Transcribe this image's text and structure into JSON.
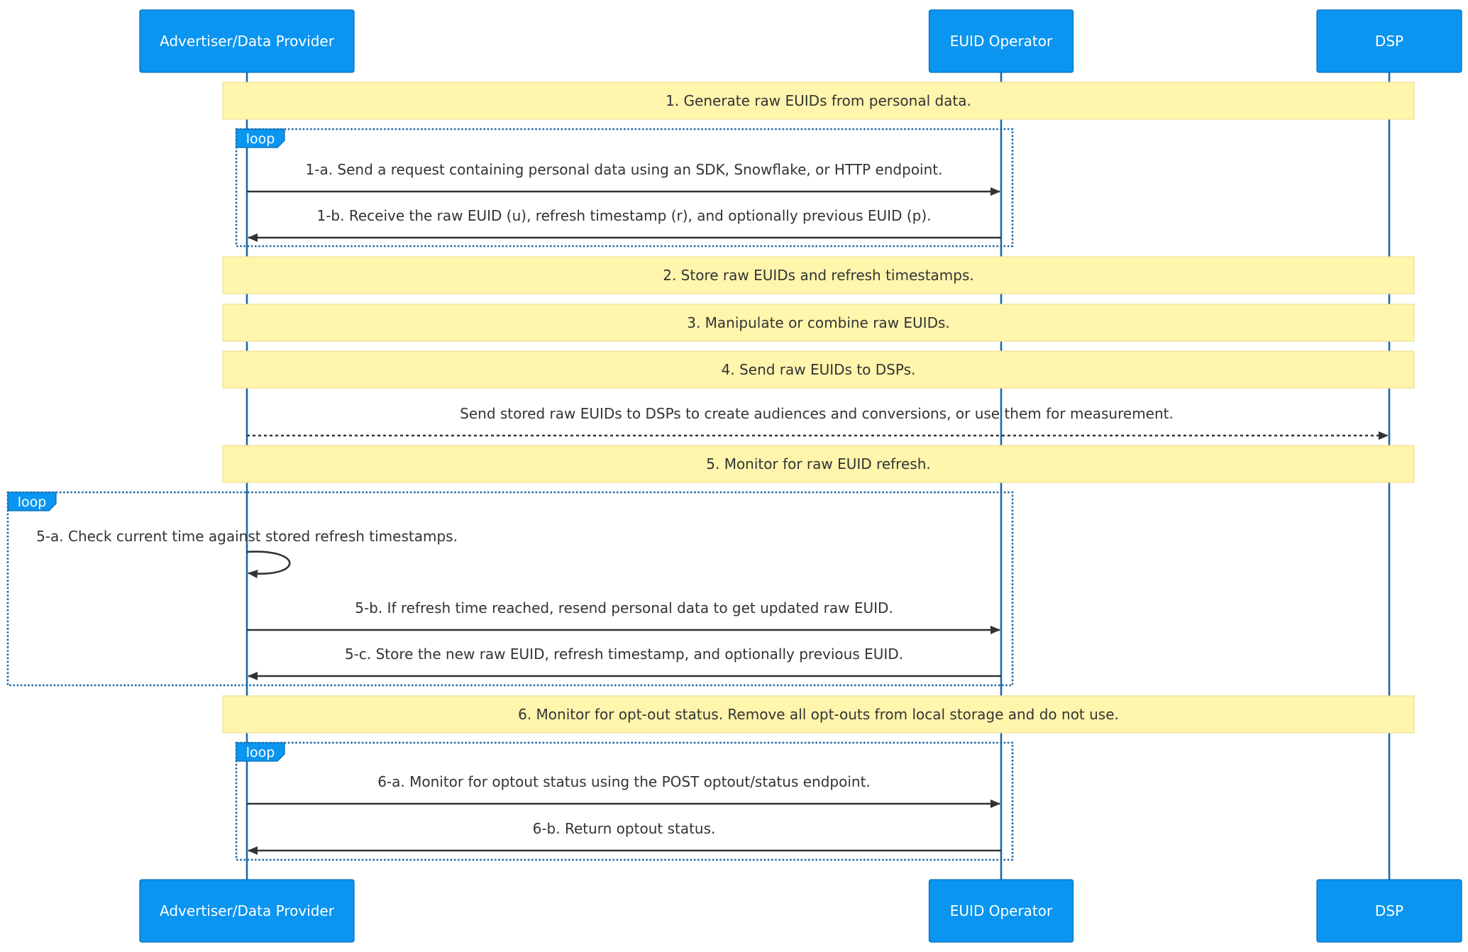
{
  "participants": [
    {
      "id": "adv",
      "label": "Advertiser/Data Provider"
    },
    {
      "id": "op",
      "label": "EUID Operator"
    },
    {
      "id": "dsp",
      "label": "DSP"
    }
  ],
  "loop_label": "loop",
  "steps": [
    {
      "kind": "note",
      "text": "1. Generate raw EUIDs from personal data."
    },
    {
      "kind": "message",
      "from": "adv",
      "to": "op",
      "line": "solid",
      "text": "1-a. Send a request containing personal data using an SDK, Snowflake, or HTTP endpoint."
    },
    {
      "kind": "message",
      "from": "op",
      "to": "adv",
      "line": "solid",
      "text": "1-b. Receive the raw EUID (u), refresh timestamp (r), and optionally previous EUID (p)."
    },
    {
      "kind": "note",
      "text": "2. Store raw EUIDs and refresh timestamps."
    },
    {
      "kind": "note",
      "text": "3. Manipulate or combine raw EUIDs."
    },
    {
      "kind": "note",
      "text": "4. Send raw EUIDs to DSPs."
    },
    {
      "kind": "message",
      "from": "adv",
      "to": "dsp",
      "line": "dotted",
      "text": "Send stored raw EUIDs to DSPs to create audiences and conversions, or use them for measurement."
    },
    {
      "kind": "note",
      "text": "5. Monitor for raw EUID refresh."
    },
    {
      "kind": "self",
      "from": "adv",
      "text": "5-a. Check current time against stored refresh timestamps."
    },
    {
      "kind": "message",
      "from": "adv",
      "to": "op",
      "line": "solid",
      "text": "5-b. If refresh time reached, resend personal data to get updated raw EUID."
    },
    {
      "kind": "message",
      "from": "op",
      "to": "adv",
      "line": "solid",
      "text": "5-c. Store the new raw EUID, refresh timestamp, and optionally previous EUID."
    },
    {
      "kind": "note",
      "text": "6. Monitor for opt-out status. Remove all opt-outs from local storage and do not use."
    },
    {
      "kind": "message",
      "from": "adv",
      "to": "op",
      "line": "solid",
      "text": "6-a. Monitor for optout status using the POST optout/status endpoint."
    },
    {
      "kind": "message",
      "from": "op",
      "to": "adv",
      "line": "solid",
      "text": "6-b. Return optout status."
    }
  ],
  "loops": [
    {
      "steps": [
        1,
        2
      ]
    },
    {
      "steps": [
        8,
        9,
        10
      ]
    },
    {
      "steps": [
        12,
        13
      ]
    }
  ]
}
